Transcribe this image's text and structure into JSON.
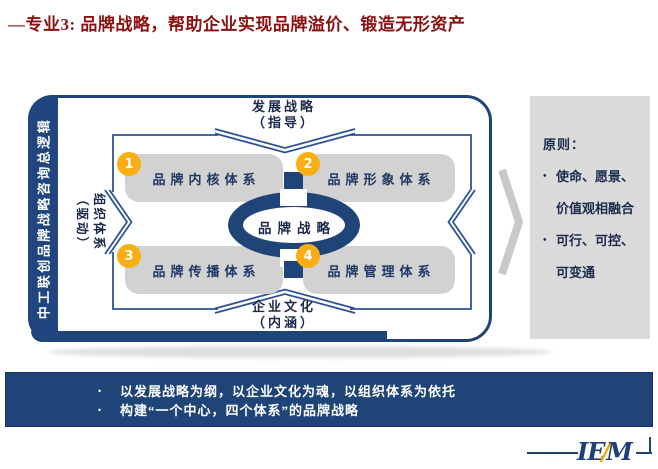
{
  "title": "—专业3: 品牌战略，帮助企业实现品牌溢价、锻造无形资产",
  "sidebar": {
    "label": "中工联创品牌战略咨询总逻辑"
  },
  "diagram": {
    "top_factor": {
      "line1": "发展战略",
      "line2": "（指导）"
    },
    "bottom_factor": {
      "line1": "企业文化",
      "line2": "（内涵）"
    },
    "left_factor": {
      "line1": "组织体系",
      "line2": "（驱动）"
    },
    "center_label": "品牌战略",
    "systems": [
      {
        "num": "1",
        "label": "品牌内核体系"
      },
      {
        "num": "2",
        "label": "品牌形象体系"
      },
      {
        "num": "3",
        "label": "品牌传播体系"
      },
      {
        "num": "4",
        "label": "品牌管理体系"
      }
    ]
  },
  "principles": {
    "heading": "原则：",
    "bullet_glyph": "•",
    "items": [
      {
        "line1": "使命、愿景、",
        "line2": "价值观相融合"
      },
      {
        "line1": "可行、可控、",
        "line2": "可变通"
      }
    ]
  },
  "summary": {
    "bullet_glyph": "•",
    "bullets": [
      "以发展战略为纲，以企业文化为魂，以组织体系为依托",
      "构建“一个中心，四个体系”的品牌战略"
    ]
  },
  "logo": {
    "part1": "IE",
    "slash": "/",
    "part2": "M"
  },
  "colors": {
    "navy": "#1F4478",
    "line_blue": "#2E5395",
    "box_gray": "#D2D2D2",
    "panel_gray": "#DBDBDB",
    "badge_orange": "#F9AE13",
    "title_red": "#8B1111",
    "arrow_gray": "#C9C9C9"
  }
}
